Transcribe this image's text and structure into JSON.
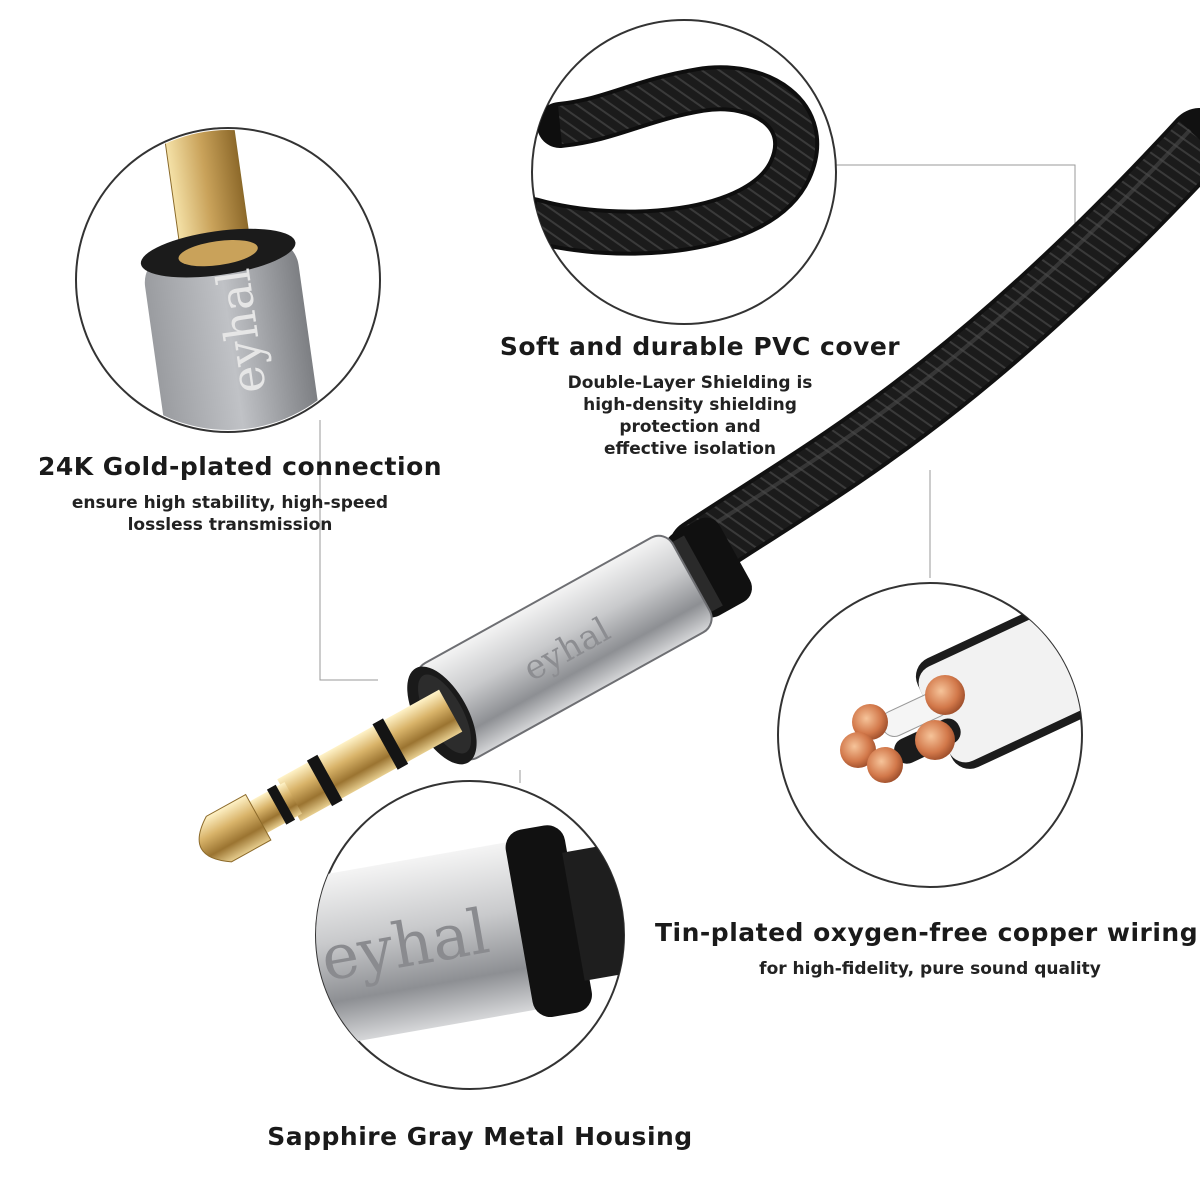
{
  "callouts": {
    "gold": {
      "title": "24K Gold-plated connection",
      "lines": [
        "ensure high stability, high-speed",
        "lossless transmission"
      ]
    },
    "pvc": {
      "title": "Soft and durable PVC cover",
      "lines": [
        "Double-Layer Shielding is",
        "high-density shielding",
        "protection and",
        "effective isolation"
      ]
    },
    "copper": {
      "title": "Tin-plated oxygen-free copper wiring",
      "lines": [
        "for high-fidelity, pure sound quality"
      ]
    },
    "housing": {
      "title": "Sapphire Gray Metal Housing"
    }
  },
  "brand": {
    "engraving": "eyhal"
  },
  "colors": {
    "gold": "#d9b46a",
    "silver": "#c9cacc",
    "cable": "#1b1b1b",
    "copper": "#d2784a",
    "ink": "#1a1a1a"
  }
}
